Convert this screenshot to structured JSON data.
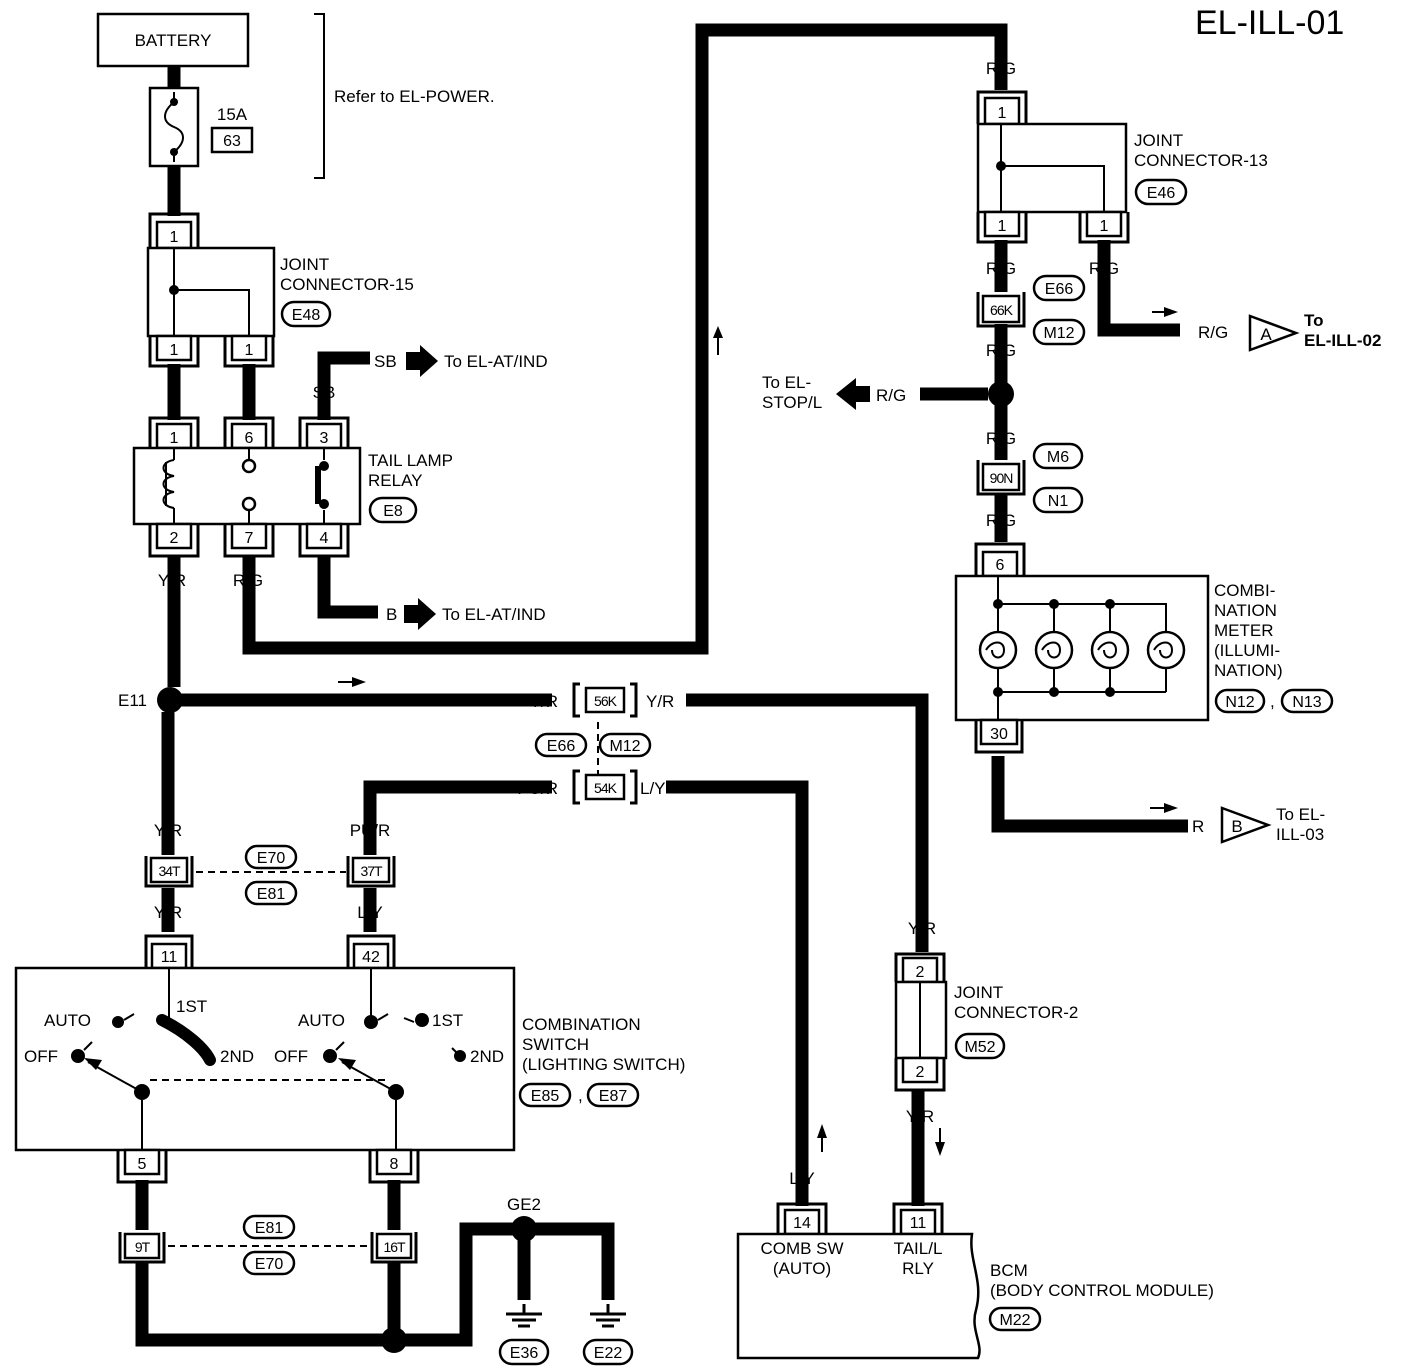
{
  "title": "EL-ILL-01",
  "battery": {
    "label": "BATTERY"
  },
  "fuse": {
    "rating": "15A",
    "number": "63"
  },
  "refer_note": "Refer to EL-POWER.",
  "joint_connector_15": {
    "name_line1": "JOINT",
    "name_line2": "CONNECTOR-15",
    "code": "E48",
    "pin_top": "1",
    "pin_bottom_left": "1",
    "pin_bottom_right": "1"
  },
  "tail_lamp_relay": {
    "name_line1": "TAIL LAMP",
    "name_line2": "RELAY",
    "code": "E8",
    "pins_top": [
      "1",
      "6",
      "3"
    ],
    "pins_bottom": [
      "2",
      "7",
      "4"
    ]
  },
  "joint_connector_13": {
    "name_line1": "JOINT",
    "name_line2": "CONNECTOR-13",
    "code": "E46",
    "pin_top": "1",
    "pin_bottom_left": "1",
    "pin_bottom_right": "1"
  },
  "combination_meter": {
    "name_lines": [
      "COMBI-",
      "NATION",
      "METER",
      "(ILLUMI-",
      "NATION)"
    ],
    "codes": [
      "N12",
      "N13"
    ],
    "pin_top": "6",
    "pin_bottom": "30"
  },
  "combination_switch": {
    "name_lines": [
      "COMBINATION",
      "SWITCH",
      "(LIGHTING SWITCH)"
    ],
    "codes": [
      "E85",
      "E87"
    ],
    "pins_top": [
      "11",
      "42"
    ],
    "pins_bottom": [
      "5",
      "8"
    ],
    "positions": {
      "auto": "AUTO",
      "off": "OFF",
      "first": "1ST",
      "second": "2ND"
    }
  },
  "joint_connector_2": {
    "name_line1": "JOINT",
    "name_line2": "CONNECTOR-2",
    "code": "M52",
    "pin_top": "2",
    "pin_bottom": "2"
  },
  "bcm": {
    "name_line1": "BCM",
    "name_line2": "(BODY CONTROL MODULE)",
    "code": "M22",
    "pin_comb": "14",
    "pin_comb_label1": "COMB SW",
    "pin_comb_label2": "(AUTO)",
    "pin_tail": "11",
    "pin_tail_label1": "TAIL/L",
    "pin_tail_label2": "RLY"
  },
  "inline_connectors": {
    "c66k": "66K",
    "c66k_codes": [
      "E66",
      "M12"
    ],
    "c90n": "90N",
    "c90n_codes": [
      "M6",
      "N1"
    ],
    "c56k": "56K",
    "c54k": "54K",
    "c56k_codes": [
      "E66",
      "M12"
    ],
    "c34t": "34T",
    "c37t": "37T",
    "c34t_codes": [
      "E70",
      "E81"
    ],
    "c9t": "9T",
    "c16t": "16T",
    "c9t_codes": [
      "E81",
      "E70"
    ]
  },
  "wire_colors": {
    "R": "R",
    "RG": "R/G",
    "YR": "Y/R",
    "SB": "SB",
    "B": "B",
    "PUR": "PU/R",
    "LY": "L/Y"
  },
  "references": {
    "sb_to": "To EL-AT/IND",
    "b_to": "To EL-AT/IND",
    "stop_line1": "To EL-",
    "stop_line2": "STOP/L",
    "ill02_line1": "To",
    "ill02_line2": "EL-ILL-02",
    "ill03_line1": "To EL-",
    "ill03_line2": "ILL-03",
    "tag_a": "A",
    "tag_b": "B"
  },
  "splices": {
    "e11": "E11",
    "ge2": "GE2"
  },
  "grounds": {
    "g1": "E36",
    "g2": "E22"
  }
}
